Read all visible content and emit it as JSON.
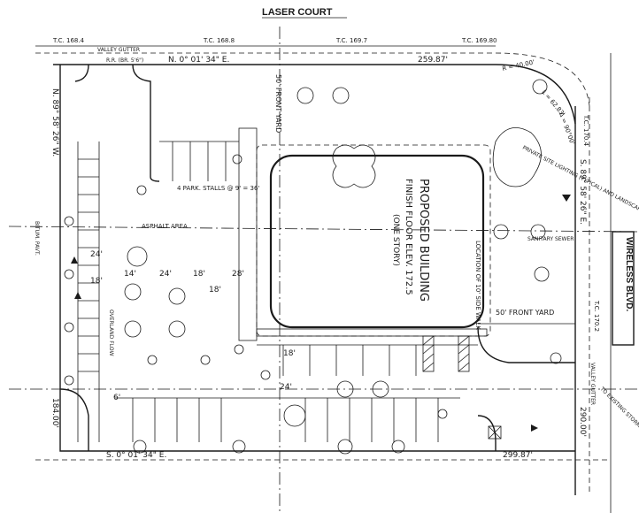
{
  "streets": {
    "top": "LASER COURT",
    "right": "WIRELESS BLVD."
  },
  "building": {
    "name": "PROPOSED BUILDING",
    "floor": "FINISH FLOOR ELEV. 172.5",
    "stories": "(ONE STORY)"
  },
  "setbacks": {
    "front_top": "50' FRONT YARD",
    "front_right": "50' FRONT YARD"
  },
  "bearings": {
    "top": "N. 0° 01' 34\" E.",
    "bottom": "S. 0° 01' 34\" E.",
    "left": "N. 89° 58' 26\" W.",
    "right": "S. 89° 58' 26\" E."
  },
  "distances": {
    "top": "259.87'",
    "bottom": "299.87'",
    "left": "184.00'",
    "right": "290.00'"
  },
  "curves": {
    "ne": "R = 40.00'",
    "ne_len": "L = 62.83'",
    "ne_delta": "Δ = 90°00'"
  },
  "elevations": [
    "T.C. 168.4",
    "T.C. 168.8",
    "T.C. 169.7",
    "T.C. 169.80",
    "T.C. 170.2",
    "T.C. 170.4"
  ],
  "notes": {
    "landscape": "PRIVATE SITE LIGHTING (TYPICAL) AND LANDSCAPING W/ IRRIGATION SYSTEM",
    "parking": "4 PARK. STALLS @ 9' = 36'",
    "asphalt": "ASPHALT AREA",
    "walk": "LOCATION OF 10' SIDE WALK",
    "sanitary": "SANITARY SEWER",
    "storm": "TO EXISTING STORM SEWER",
    "overland": "OVERLAND FLOW",
    "bitum": "BITUM. PAVT.",
    "gutter_top": "VALLEY GUTTER",
    "gutter_right": "VALLEY GUTTER",
    "ring_curb": "R.R. (BR. 5'6\")"
  },
  "dims": [
    "24'",
    "18'",
    "24'",
    "18'",
    "18'",
    "28'",
    "24'",
    "14'",
    "18'",
    "6'"
  ],
  "colors": {
    "ink": "#1a1a1a",
    "paper": "#ffffff"
  }
}
